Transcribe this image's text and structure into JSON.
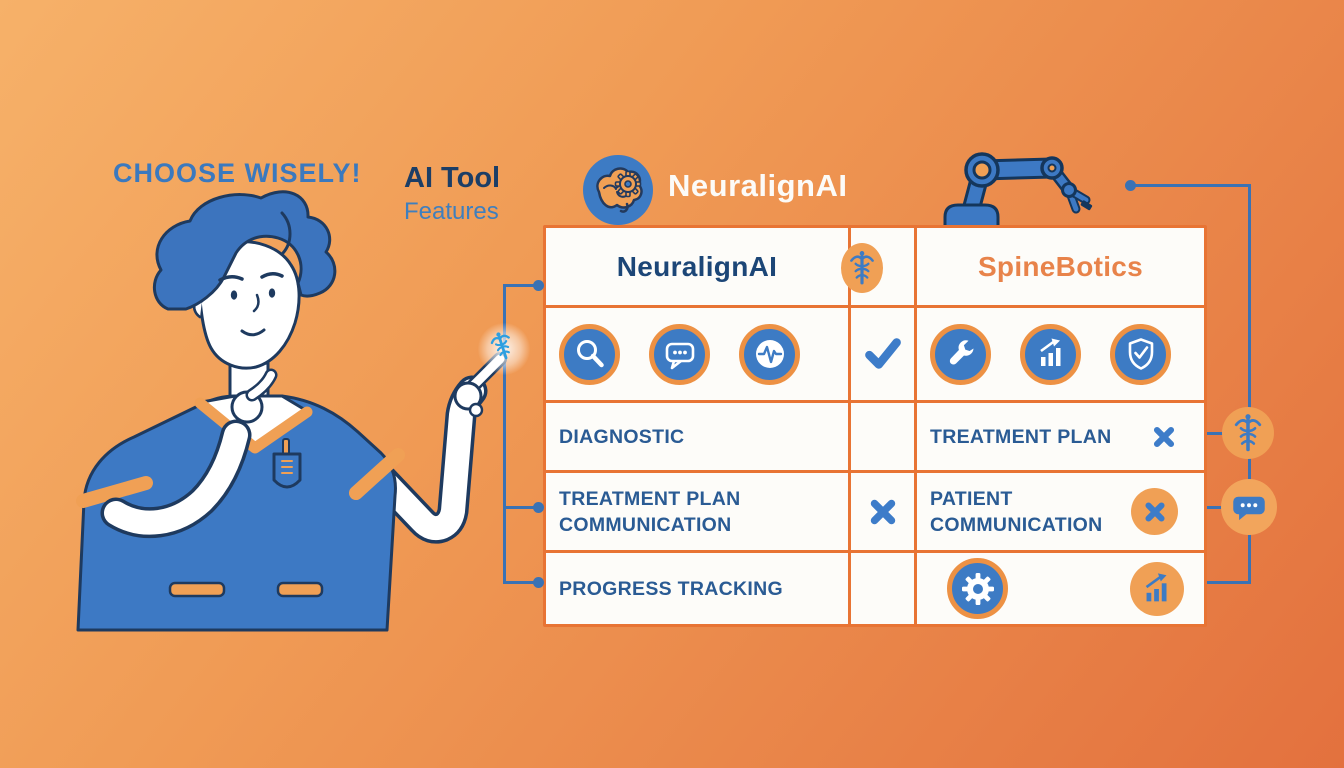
{
  "heading": {
    "choose_wisely": "CHOOSE WISELY!",
    "ai_tool": "AI Tool",
    "features": "Features",
    "brand": "NeuralignAI"
  },
  "table": {
    "left_header": "NeuralignAI",
    "right_header": "SpineBotics",
    "header_divider_icon": "caduceus-icon",
    "feature_icons_left": [
      "magnifier-icon",
      "chat-bubble-icon",
      "pulse-icon"
    ],
    "feature_icons_right": [
      "wrench-icon",
      "bar-chart-icon",
      "shield-check-icon"
    ],
    "icons_row_mark": "check",
    "rows": {
      "diagnostic": {
        "left": "DIAGNOSTIC",
        "middle_mark": "",
        "right": "TREATMENT PLAN",
        "right_mark": "cross"
      },
      "communication": {
        "left_line1": "TREATMENT PLAN",
        "left_line2": "COMMUNICATION",
        "middle_mark": "cross",
        "right_line1": "PATIENT",
        "right_line2": "COMMUNICATION",
        "right_mark": "cross-in-orange-circle"
      },
      "progress": {
        "left": "PROGRESS TRACKING",
        "middle_mark": "",
        "right_icons": [
          "gear-icon",
          "growth-chart-icon"
        ]
      }
    }
  },
  "illustrations": {
    "left_figure": "doctor-thinking-pointing",
    "top_right_figure": "robot-arm",
    "fingertip_sparkle": "caduceus-sparkle",
    "side_connector_icons": [
      "caduceus-icon",
      "chat-dots-icon"
    ]
  },
  "colors": {
    "background_top": "#F6B169",
    "background_bottom": "#E3713E",
    "primary_blue": "#3D7BC4",
    "navy": "#1C3E66",
    "orange_accent": "#F0A055",
    "icon_ring_orange": "#ED9144",
    "table_border": "#E87434",
    "cell_white": "#FDFCF9",
    "mark_blue": "#3D7CC9",
    "line_blue": "#3A72B4",
    "spinebotics_orange": "#E8834A",
    "choose_wisely_blue": "#3B79BE",
    "cell_text_blue": "#2A5B94"
  }
}
